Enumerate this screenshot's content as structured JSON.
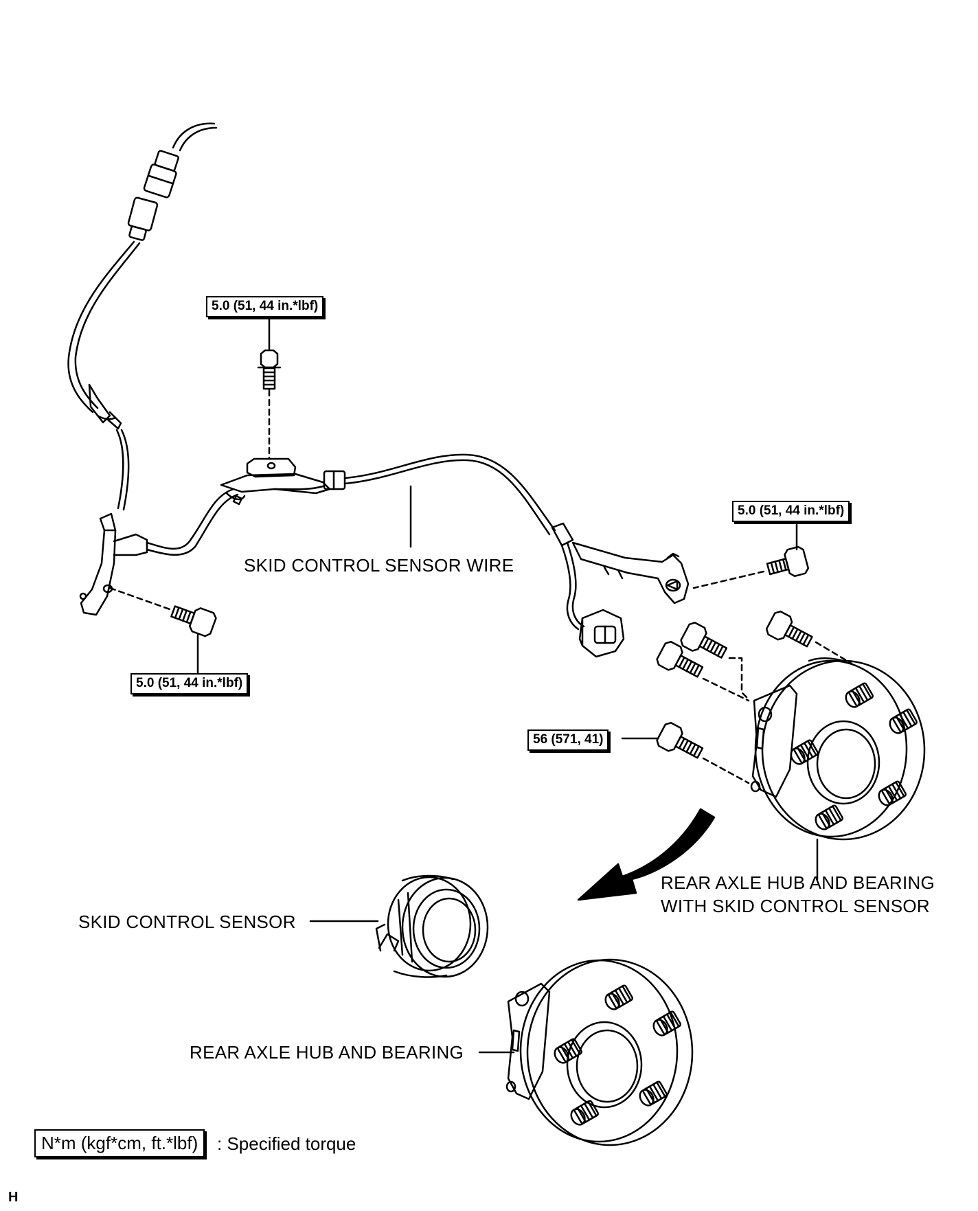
{
  "labels": {
    "sensor_wire": "SKID CONTROL SENSOR WIRE",
    "hub_with_sensor_line1": "REAR AXLE HUB AND BEARING",
    "hub_with_sensor_line2": "WITH SKID CONTROL SENSOR",
    "sensor": "SKID CONTROL SENSOR",
    "hub": "REAR AXLE HUB AND BEARING"
  },
  "torques": {
    "top_bolt": "5.0 (51, 44 in.*lbf)",
    "right_bolt": "5.0 (51, 44 in.*lbf)",
    "left_bolt": "5.0 (51, 44 in.*lbf)",
    "hub_bolts": "56 (571, 41)"
  },
  "legend": {
    "box": "N*m (kgf*cm, ft.*lbf)",
    "text": ": Specified torque"
  },
  "corner_mark": "H"
}
